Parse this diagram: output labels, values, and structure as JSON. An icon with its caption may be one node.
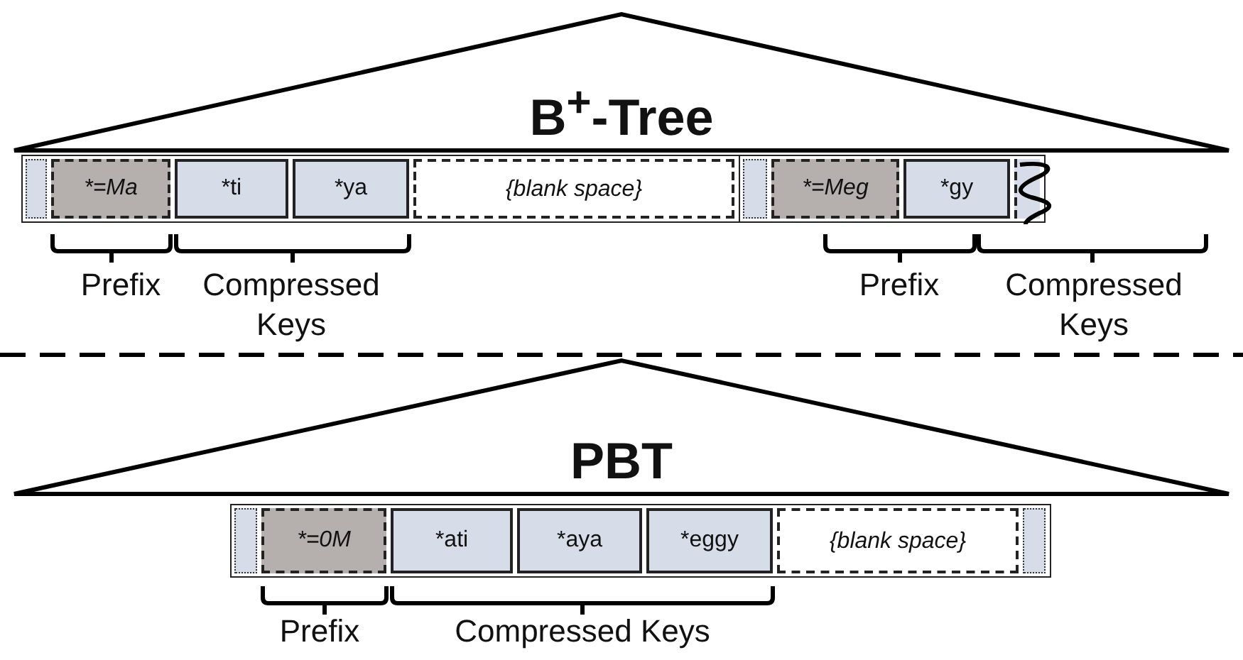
{
  "diagram": {
    "nodes": [
      {
        "text": [
          "B$^{+}$-Tree"
        ]
      },
      {
        "text": [],
        "shape": "box"
      },
      {
        "text": [],
        "shape": "box",
        "in": 1
      },
      {
        "text": [
          "*=Ma"
        ],
        "in": 1
      },
      {
        "text": [
          "*ti"
        ],
        "in": 1
      },
      {
        "text": [
          "*ya"
        ],
        "in": 1
      },
      {
        "text": [
          "{blank space}"
        ],
        "in": 1
      },
      {
        "text": [],
        "shape": "box"
      },
      {
        "text": [],
        "shape": "box",
        "in": 7
      },
      {
        "text": [
          "*=Meg"
        ],
        "in": 7
      },
      {
        "text": [
          "*gy"
        ],
        "in": 7
      },
      {
        "text": [],
        "shape": "box",
        "in": 7
      },
      {
        "text": [
          "PBT"
        ]
      },
      {
        "text": [],
        "shape": "box"
      },
      {
        "text": [],
        "shape": "box",
        "in": 13
      },
      {
        "text": [
          "*=0M"
        ],
        "in": 13
      },
      {
        "text": [
          "*ati"
        ],
        "in": 13
      },
      {
        "text": [
          "*aya"
        ],
        "in": 13
      },
      {
        "text": [
          "*eggy"
        ],
        "in": 13
      },
      {
        "text": [
          "{blank space}"
        ],
        "in": 13
      },
      {
        "text": [],
        "shape": "box",
        "in": 13
      }
    ],
    "labels": [
      "Prefix",
      "Compressed Keys",
      "Prefix",
      "Compressed Keys",
      "Prefix",
      "Compressed Keys"
    ]
  }
}
